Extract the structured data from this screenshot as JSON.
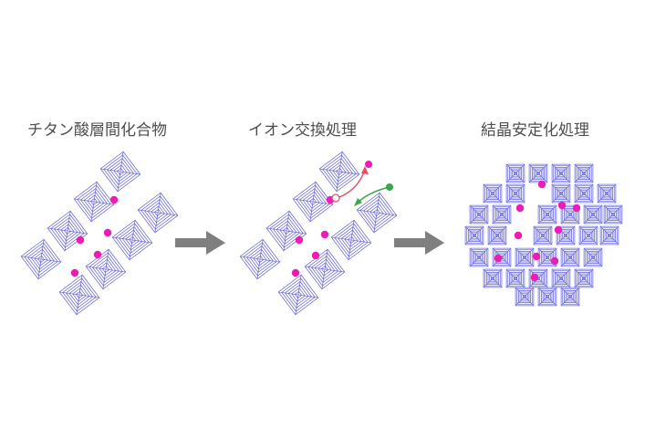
{
  "stages": [
    {
      "title": "チタン酸層間化合物"
    },
    {
      "title": "イオン交換処理"
    },
    {
      "title": "結晶安定化処理"
    }
  ],
  "colors": {
    "framework": "#6666dd",
    "cation": "#ee1cb4",
    "outgoing_ion": "#e84a6a",
    "incoming_ion": "#3aa64a",
    "arrow": "#7f7f7f"
  }
}
